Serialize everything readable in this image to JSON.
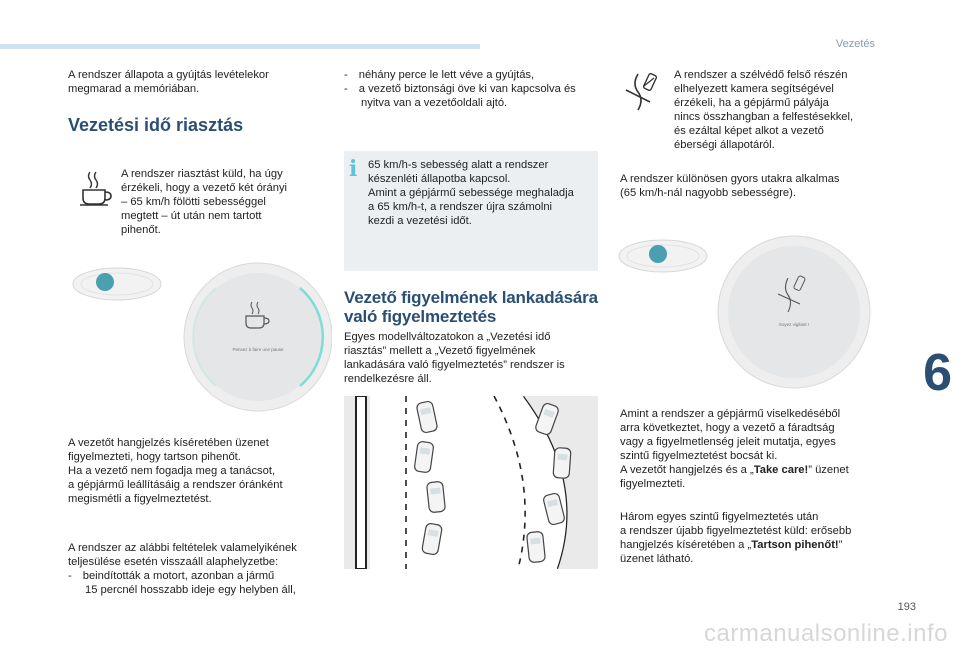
{
  "header": {
    "section_label": "Vezetés",
    "chapter_number": "6",
    "page_number": "193",
    "watermark": "carmanualsonline.info"
  },
  "col1": {
    "intro": [
      "A rendszer állapota a gyújtás levételekor",
      "megmarad a memóriában."
    ],
    "heading": "Vezetési idő riasztás",
    "coffee_text": [
      "A rendszer riasztást küld, ha úgy",
      "érzékeli, hogy a vezető két órányi",
      "– 65 km/h fölötti sebességgel",
      "megtett – út után nem tartott",
      "pihenőt."
    ],
    "gauge_text": "Pensez à faire une pause",
    "warning_text": [
      "A vezetőt hangjelzés kíséretében üzenet",
      "figyelmezteti, hogy tartson pihenőt.",
      "Ha a vezető nem fogadja meg a tanácsot,",
      "a gépjármű leállításáig a rendszer óránként",
      "megismétli a figyelmeztetést."
    ],
    "reset_text": [
      "A rendszer az alábbi feltételek valamelyikének",
      "teljesülése esetén visszaáll alaphelyzetbe:"
    ],
    "reset_item1": [
      "-",
      "beindították a motort, azonban a jármű",
      "15 percnél hosszabb ideje egy helyben áll,"
    ]
  },
  "col2": {
    "item2": [
      "-",
      "néhány perce le lett véve a gyújtás,"
    ],
    "item3": [
      "-",
      "a vezető biztonsági öve ki van kapcsolva és",
      "nyitva van a vezetőoldali ajtó."
    ],
    "info_icon": "i",
    "info_text": [
      "65 km/h-s sebesség alatt a rendszer",
      "készenléti állapotba kapcsol.",
      "Amint a gépjármű sebessége meghaladja",
      "a 65 km/h-t, a rendszer újra számolni",
      "kezdi a vezetési időt."
    ],
    "heading": [
      "Vezető figyelmének lankadására",
      "való figyelmeztetés"
    ],
    "body": [
      "Egyes modellváltozatokon a „Vezetési idő",
      "riasztás” mellett a „Vezető figyelmének",
      "lankadására való figyelmeztetés” rendszer is",
      "rendelkezésre áll."
    ]
  },
  "col3": {
    "camera_text": [
      "A rendszer a szélvédő felső részén",
      "elhelyezett kamera segítségével",
      "érzékeli, ha a gépjármű pályája",
      "nincs összhangban a felfestésekkel,",
      "és ezáltal képet alkot a vezető",
      "éberségi állapotáról."
    ],
    "speed_text": [
      "A rendszer különösen gyors utakra alkalmas",
      "(65 km/h-nál nagyobb sebességre)."
    ],
    "gauge_text": "Soyez vigilant !",
    "warning_text": [
      "Amint a rendszer a gépjármű viselkedéséből",
      "arra következtet, hogy a vezető a fáradtság",
      "vagy a figyelmetlenség jeleit mutatja, egyes",
      "szintű figyelmeztetést bocsát ki."
    ],
    "warning_line5_pre": "A vezetőt hangjelzés és a „",
    "warning_line5_bold": "Take care!",
    "warning_line5_post": "” üzenet",
    "warning_line6": "figyelmezteti.",
    "third_text": [
      "Három egyes szintű figyelmeztetés után",
      "a rendszer újabb figyelmeztetést küld: erősebb"
    ],
    "third_line3_pre": "hangjelzés kíséretében a „",
    "third_line3_bold": "Tartson pihenőt!",
    "third_line3_post": "”",
    "third_line4": "üzenet látható."
  },
  "colors": {
    "heading": "#2b4f73",
    "accent": "#5cc3d8",
    "info_bg": "#eceff1",
    "top_bar": "#cfe3f0"
  }
}
